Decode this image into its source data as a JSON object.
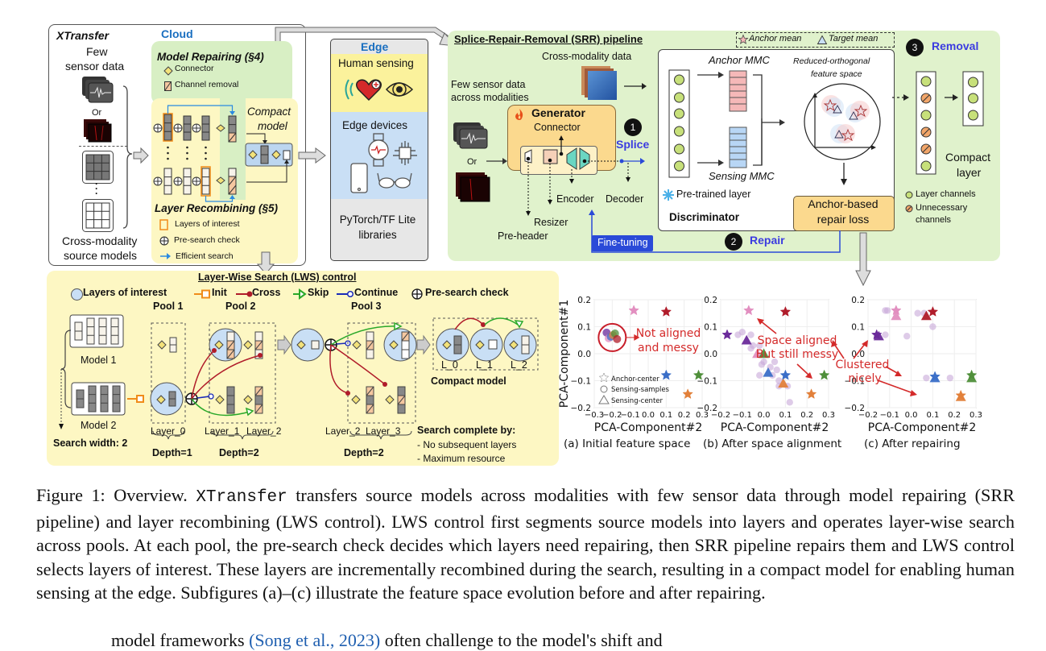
{
  "overview": {
    "xtransfer": {
      "title": "XTransfer",
      "cloud_label": "Cloud",
      "few_sensor_data": [
        "Few",
        "sensor data"
      ],
      "or_label": "Or",
      "source_models": [
        "Cross-modality",
        "source models"
      ],
      "model_repairing": {
        "title": "Model Repairing (§4)",
        "legend": [
          "Connector",
          "Channel removal"
        ]
      },
      "compact_model": [
        "Compact",
        "model"
      ],
      "layer_recombining": {
        "title": "Layer Recombining (§5)",
        "legend": [
          "Layers of interest",
          "Pre-search check",
          "Efficient search"
        ]
      }
    },
    "edge": {
      "title": "Edge",
      "human_sensing": "Human sensing",
      "edge_devices": "Edge devices",
      "libraries": [
        "PyTorch/TF Lite",
        "libraries"
      ]
    },
    "srr": {
      "title": "Splice-Repair-Removal (SRR) pipeline",
      "legend_anchor": "Anchor mean",
      "legend_target": "Target mean",
      "cross_modality_data": "Cross-modality data",
      "few_sensor_across": [
        "Few sensor data",
        "across modalities"
      ],
      "or_label": "Or",
      "generator": {
        "title": "Generator",
        "connector": "Connector",
        "encoder": "Encoder",
        "decoder": "Decoder",
        "resizer": "Resizer",
        "preheader": "Pre-header"
      },
      "step1": {
        "num": "1",
        "label": "Splice"
      },
      "step2": {
        "num": "2",
        "label": "Repair"
      },
      "step3": {
        "num": "3",
        "label": "Removal"
      },
      "fine_tuning": "Fine-tuning",
      "discriminator": {
        "title": "Discriminator",
        "anchor_mmc": "Anchor MMC",
        "sensing_mmc": "Sensing MMC",
        "pretrained": "Pre-trained layer",
        "feature_space": [
          "Reduced-orthogonal",
          "feature space"
        ]
      },
      "repair_loss": [
        "Anchor-based",
        "repair loss"
      ],
      "compact_layer": [
        "Compact",
        "layer"
      ],
      "channel_legend": [
        "Layer channels",
        "Unnecessary",
        "channels"
      ]
    },
    "lws": {
      "title": "Layer-Wise Search (LWS) control",
      "legend": {
        "layers_of_interest": "Layers of interest",
        "init": "Init",
        "cross": "Cross",
        "skip": "Skip",
        "continue": "Continue",
        "presearch": "Pre-search check"
      },
      "pools": [
        "Pool 1",
        "Pool 2",
        "Pool 3"
      ],
      "models": [
        "Model 1",
        "Model 2"
      ],
      "search_width": "Search width: 2",
      "layer_labels": [
        "Layer_0",
        "Layer_1",
        "Layer_2",
        "Layer_2",
        "Layer_3"
      ],
      "depths": [
        "Depth=1",
        "Depth=2",
        "Depth=2"
      ],
      "compact_layers": [
        "L_0",
        "L_1",
        "L_2"
      ],
      "compact_model": "Compact model",
      "complete_title": "Search complete by:",
      "complete_items": [
        "- No subsequent layers",
        "- Maximum resource"
      ]
    }
  },
  "chart_data": [
    {
      "type": "scatter",
      "title": "(a) Initial feature space",
      "xlabel": "PCA-Component#2",
      "ylabel": "PCA-Component#1",
      "xlim": [
        -0.3,
        0.3
      ],
      "ylim": [
        -0.2,
        0.2
      ],
      "xticks": [
        "-0.3",
        "-0.2",
        "-0.1",
        "0.0",
        "0.1",
        "0.2",
        "0.3"
      ],
      "yticks": [
        "-0.2",
        "-0.1",
        "0.0",
        "0.1",
        "0.2"
      ],
      "legend": [
        "Anchor-center",
        "Sensing-samples",
        "Sensing-center"
      ],
      "annotation": [
        "Not aligned",
        "and messy"
      ],
      "anchors": [
        {
          "x": -0.08,
          "y": 0.16,
          "color": "#e28fc0"
        },
        {
          "x": 0.1,
          "y": 0.155,
          "color": "#b01c2a"
        },
        {
          "x": 0.1,
          "y": -0.08,
          "color": "#3b6fc8"
        },
        {
          "x": 0.28,
          "y": -0.08,
          "color": "#4f8f3a"
        },
        {
          "x": 0.22,
          "y": -0.15,
          "color": "#e2803a"
        }
      ],
      "cluster": {
        "x": -0.2,
        "y": 0.06
      }
    },
    {
      "type": "scatter",
      "title": "(b) After space alignment",
      "xlabel": "PCA-Component#2",
      "ylabel": "",
      "xlim": [
        -0.2,
        0.3
      ],
      "ylim": [
        -0.2,
        0.2
      ],
      "xticks": [
        "-0.2",
        "-0.1",
        "0.0",
        "0.1",
        "0.2",
        "0.3"
      ],
      "yticks": [
        "-0.2",
        "-0.1",
        "0.0",
        "0.1",
        "0.2"
      ],
      "annotation": [
        "Space aligned",
        "But still messy"
      ],
      "anchors": [
        {
          "x": -0.07,
          "y": 0.16,
          "color": "#e28fc0"
        },
        {
          "x": 0.1,
          "y": 0.155,
          "color": "#b01c2a"
        },
        {
          "x": -0.17,
          "y": 0.07,
          "color": "#6a2a9a"
        },
        {
          "x": 0.1,
          "y": -0.08,
          "color": "#3b6fc8"
        },
        {
          "x": 0.28,
          "y": -0.08,
          "color": "#4f8f3a"
        },
        {
          "x": 0.22,
          "y": -0.15,
          "color": "#e2803a"
        }
      ],
      "centers": [
        {
          "x": -0.08,
          "y": 0.05,
          "color": "#6a2a9a"
        },
        {
          "x": -0.03,
          "y": 0.0,
          "color": "#e28fc0"
        },
        {
          "x": 0.0,
          "y": 0.0,
          "color": "#4f8f3a"
        },
        {
          "x": 0.02,
          "y": -0.07,
          "color": "#3b6fc8"
        },
        {
          "x": 0.09,
          "y": -0.11,
          "color": "#e2803a"
        }
      ],
      "samples": [
        {
          "x": -0.12,
          "y": 0.07
        },
        {
          "x": -0.1,
          "y": 0.08
        },
        {
          "x": -0.06,
          "y": 0.07
        },
        {
          "x": -0.05,
          "y": 0.03
        },
        {
          "x": -0.06,
          "y": 0.02
        },
        {
          "x": -0.02,
          "y": 0.03
        },
        {
          "x": -0.01,
          "y": -0.04
        },
        {
          "x": 0.0,
          "y": -0.03
        },
        {
          "x": 0.03,
          "y": -0.05
        },
        {
          "x": 0.05,
          "y": -0.03
        },
        {
          "x": 0.06,
          "y": -0.06
        },
        {
          "x": 0.07,
          "y": -0.1
        },
        {
          "x": 0.07,
          "y": -0.12
        },
        {
          "x": 0.11,
          "y": -0.12
        },
        {
          "x": 0.12,
          "y": -0.18
        },
        {
          "x": -0.02,
          "y": -0.08
        },
        {
          "x": 0.04,
          "y": -0.08
        }
      ]
    },
    {
      "type": "scatter",
      "title": "(c) After repairing",
      "xlabel": "PCA-Component#2",
      "ylabel": "",
      "xlim": [
        -0.2,
        0.3
      ],
      "ylim": [
        -0.2,
        0.2
      ],
      "xticks": [
        "-0.2",
        "-0.1",
        "0.0",
        "0.1",
        "0.2",
        "0.3"
      ],
      "yticks": [
        "-0.2",
        "-0.1",
        "0.0",
        "0.1",
        "0.2"
      ],
      "annotation": [
        "Clustered",
        "nicely"
      ],
      "anchors": [
        {
          "x": -0.07,
          "y": 0.16,
          "color": "#e28fc0"
        },
        {
          "x": 0.1,
          "y": 0.155,
          "color": "#b01c2a"
        },
        {
          "x": -0.16,
          "y": 0.07,
          "color": "#6a2a9a"
        },
        {
          "x": 0.11,
          "y": -0.085,
          "color": "#3b6fc8"
        },
        {
          "x": 0.28,
          "y": -0.08,
          "color": "#4f8f3a"
        },
        {
          "x": 0.23,
          "y": -0.155,
          "color": "#e2803a"
        }
      ],
      "centers": [
        {
          "x": -0.07,
          "y": 0.14,
          "color": "#e28fc0"
        },
        {
          "x": 0.07,
          "y": 0.14,
          "color": "#b01c2a"
        },
        {
          "x": -0.15,
          "y": 0.065,
          "color": "#6a2a9a"
        },
        {
          "x": 0.11,
          "y": -0.09,
          "color": "#3b6fc8"
        },
        {
          "x": 0.28,
          "y": -0.09,
          "color": "#4f8f3a"
        },
        {
          "x": 0.23,
          "y": -0.16,
          "color": "#e2803a"
        }
      ],
      "samples": [
        {
          "x": -0.12,
          "y": 0.16
        },
        {
          "x": -0.11,
          "y": 0.16
        },
        {
          "x": 0.03,
          "y": 0.15
        },
        {
          "x": 0.06,
          "y": 0.15
        },
        {
          "x": 0.1,
          "y": 0.1
        },
        {
          "x": -0.02,
          "y": 0.065
        },
        {
          "x": -0.12,
          "y": 0.07
        },
        {
          "x": 0.07,
          "y": -0.09
        },
        {
          "x": 0.18,
          "y": -0.09
        }
      ]
    }
  ],
  "caption": {
    "prefix": "Figure 1: Overview. ",
    "mono": "XTransfer",
    "text": " transfers source models across modalities with few sensor data through model repairing (SRR pipeline) and layer recombining (LWS control). LWS control first segments source models into layers and operates layer-wise search across pools. At each pool, the pre-search check decides which layers need repairing, then SRR pipeline repairs them and LWS control selects layers of interest. These layers are incrementally recombined during the search, resulting in a compact model for enabling human sensing at the edge. Subfigures (a)–(c) illustrate the feature space evolution before and after repairing."
  },
  "next_line": {
    "before": "model frameworks ",
    "cite": "(Song et al., 2023)",
    "after": " often challenge to the model's shift and"
  }
}
